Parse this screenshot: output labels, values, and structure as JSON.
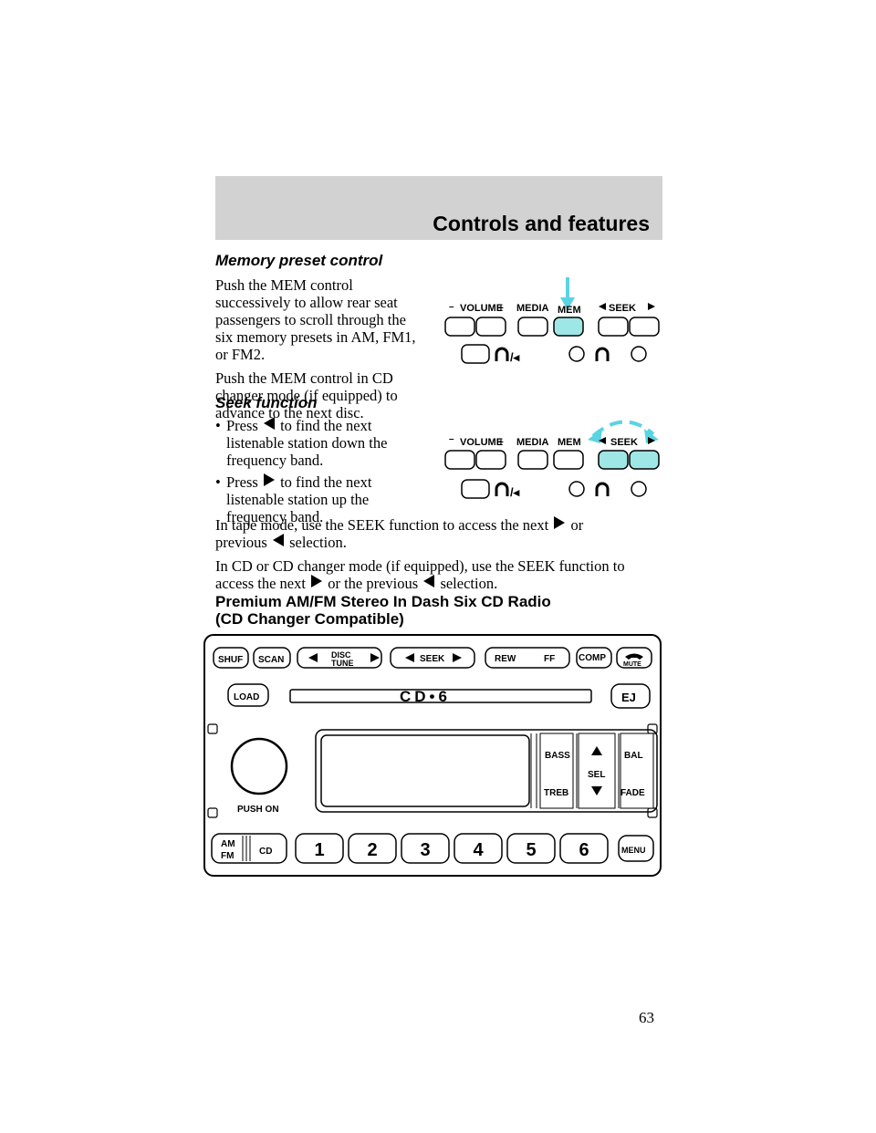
{
  "header": {
    "title": "Controls and features"
  },
  "memory": {
    "title": "Memory preset control",
    "p1": "Push the MEM control successively to allow rear seat passengers to scroll through the six memory presets in AM, FM1, or FM2.",
    "p2": "Push the MEM control in CD changer mode (if equipped) to advance to the next disc."
  },
  "seek": {
    "title": "Seek function",
    "b1_pre": "Press",
    "b1_post": "to find the next listenable station down the frequency band.",
    "b2_pre": "Press",
    "b2_post": "to find the next listenable station up the frequency band.",
    "tape_pre": "In tape mode, use the SEEK function to access the next",
    "tape_mid": "or",
    "tape_post1": "previous",
    "tape_post2": "selection.",
    "cd_line1": "In CD or CD changer mode (if equipped), use the SEEK function to",
    "cd_pre": "access the next",
    "cd_mid": "or the previous",
    "cd_post": "selection."
  },
  "premium": {
    "title1": "Premium AM/FM Stereo In Dash Six CD Radio",
    "title2": "(CD Changer Compatible)"
  },
  "rear_panel": {
    "volume": "VOLUME",
    "minus": "–",
    "plus": "+",
    "media": "MEDIA",
    "mem": "MEM",
    "seek": "SEEK"
  },
  "radio": {
    "shuf": "SHUF",
    "scan": "SCAN",
    "disc": "DISC",
    "tune": "TUNE",
    "seek": "SEEK",
    "rew": "REW",
    "ff": "FF",
    "comp": "COMP",
    "mute": "MUTE",
    "load": "LOAD",
    "cd6": "CD•6",
    "ej": "EJ",
    "bass": "BASS",
    "treb": "TREB",
    "sel": "SEL",
    "bal": "BAL",
    "fade": "FADE",
    "push_on": "PUSH ON",
    "am": "AM",
    "fm": "FM",
    "cd": "CD",
    "presets": [
      "1",
      "2",
      "3",
      "4",
      "5",
      "6"
    ],
    "menu": "MENU"
  },
  "colors": {
    "highlight": "#5cd3e2",
    "mem_fill": "#9fe6e6",
    "band": "#d2d2d2"
  },
  "page": {
    "number": "63"
  }
}
